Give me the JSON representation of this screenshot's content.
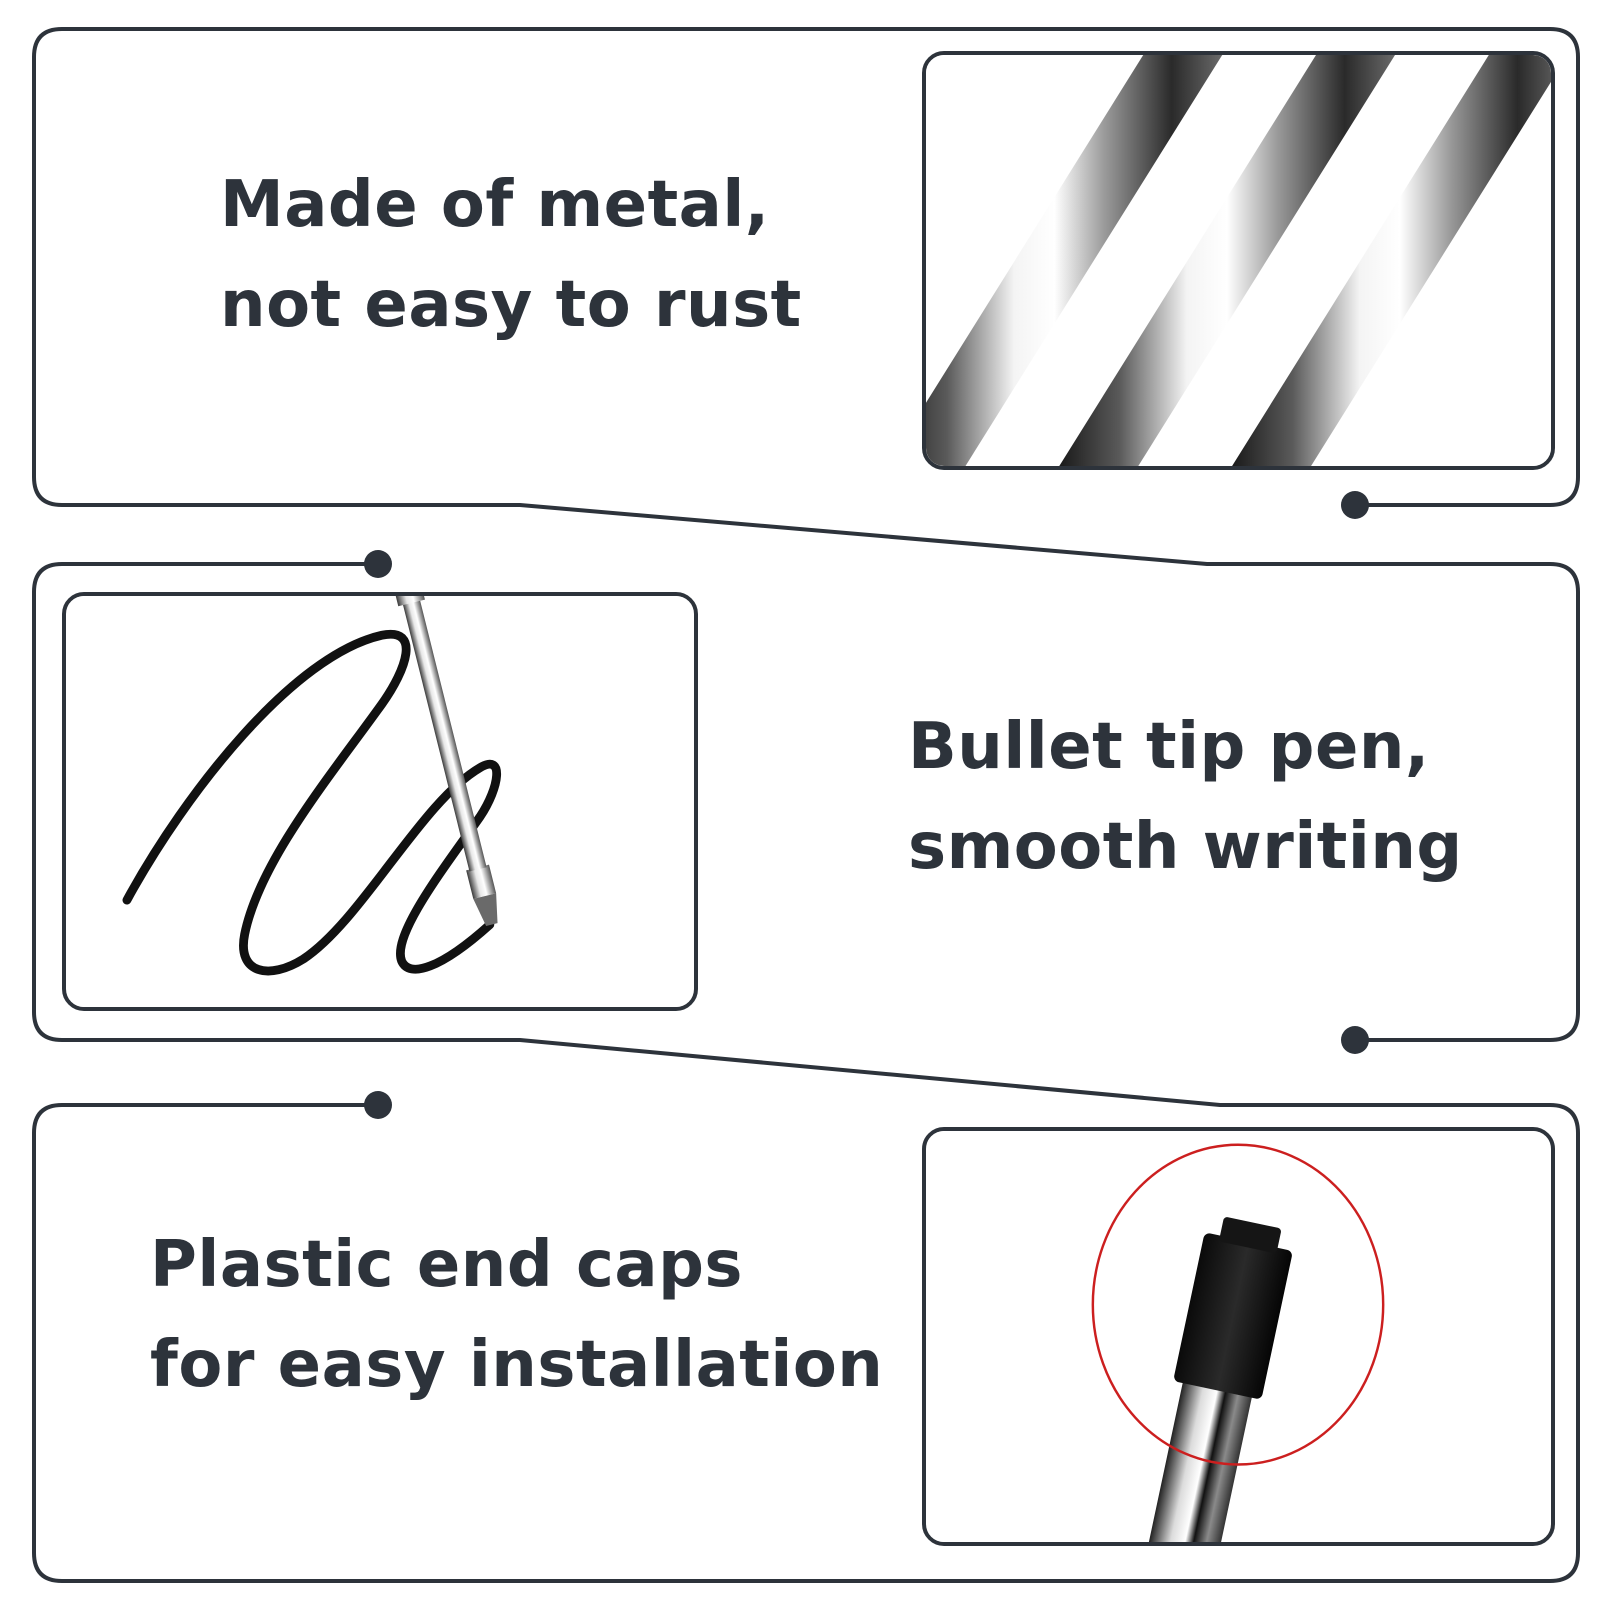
{
  "colors": {
    "frame": "#2d333b",
    "text": "#2d333b",
    "highlight_circle": "#cc1f1f",
    "background": "#ffffff"
  },
  "features": [
    {
      "lines": [
        "Made of metal,",
        "not easy to rust"
      ],
      "photo": "metal-rods-closeup"
    },
    {
      "lines": [
        "Bullet tip pen,",
        "smooth writing"
      ],
      "photo": "bullet-tip-scribble"
    },
    {
      "lines": [
        "Plastic end caps",
        "for easy installation"
      ],
      "photo": "end-cap-closeup"
    }
  ]
}
